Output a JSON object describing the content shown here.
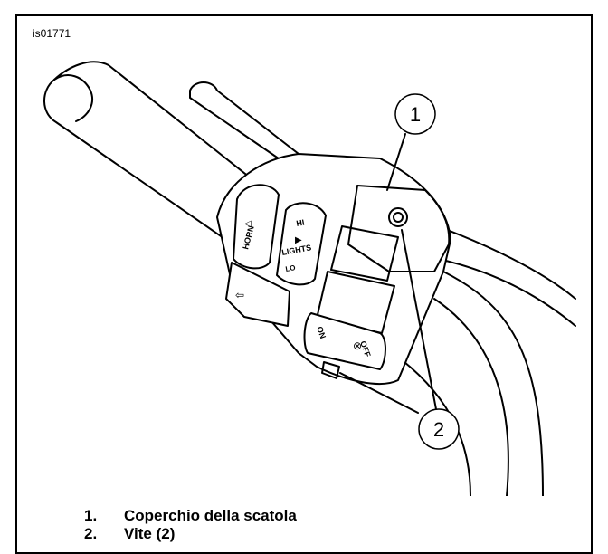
{
  "figure": {
    "id": "is01771"
  },
  "callouts": [
    {
      "number": "1"
    },
    {
      "number": "2"
    }
  ],
  "switch_labels": {
    "horn": "HORN",
    "hi": "HI",
    "lights": "LIGHTS",
    "lo": "LO",
    "on": "ON",
    "off": "OFF"
  },
  "legend": [
    {
      "num": "1.",
      "text": "Coperchio della scatola"
    },
    {
      "num": "2.",
      "text": "Vite (2)"
    }
  ],
  "colors": {
    "line": "#000000",
    "background": "#ffffff"
  }
}
